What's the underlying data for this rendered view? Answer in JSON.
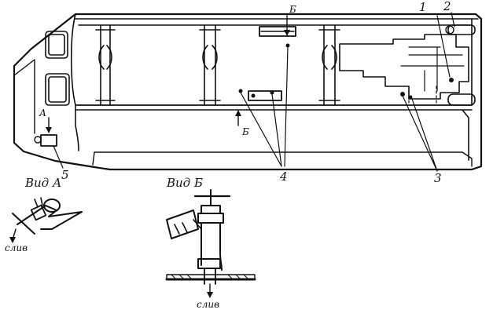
{
  "labels": {
    "callout_1": "1",
    "callout_2": "2",
    "callout_3": "3",
    "callout_4": "4",
    "callout_5": "5",
    "section_mark_top": "Б",
    "section_mark_bottom": "Б",
    "view_mark_a": "А",
    "view_a_title": "Вид А",
    "view_b_title": "Вид Б",
    "drain_left": "слив",
    "drain_bottom": "слив"
  },
  "style": {
    "ink": "#111111",
    "paper": "#ffffff"
  }
}
